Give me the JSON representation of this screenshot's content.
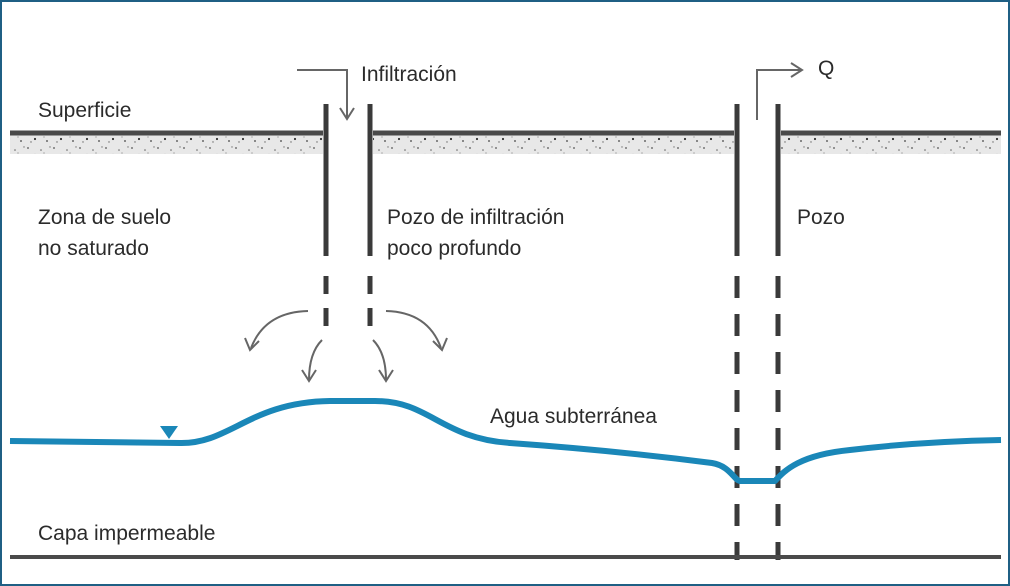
{
  "labels": {
    "surface": "Superficie",
    "infiltration": "Infiltración",
    "discharge": "Q",
    "unsaturated_zone": [
      "Zona de suelo",
      "no saturado"
    ],
    "infiltration_well": [
      "Pozo de infiltración",
      "poco profundo"
    ],
    "well": "Pozo",
    "groundwater": "Agua subterránea",
    "impermeable_layer": "Capa impermeable"
  },
  "colors": {
    "frame": "#1f5f84",
    "ground_line": "#4a4a4a",
    "soil_fill": "#e8e8e8",
    "soil_dots": "#555555",
    "well_casing": "#3a3a3a",
    "arrows": "#666666",
    "water_table": "#1a87b8",
    "text": "#2b2b2b"
  },
  "icons": {
    "water_table_marker": "inverted-triangle-icon",
    "infiltration_arrow": "arrow-down-icon",
    "discharge_arrow": "arrow-right-icon",
    "seepage_arrows": "curved-arrow-icon"
  }
}
